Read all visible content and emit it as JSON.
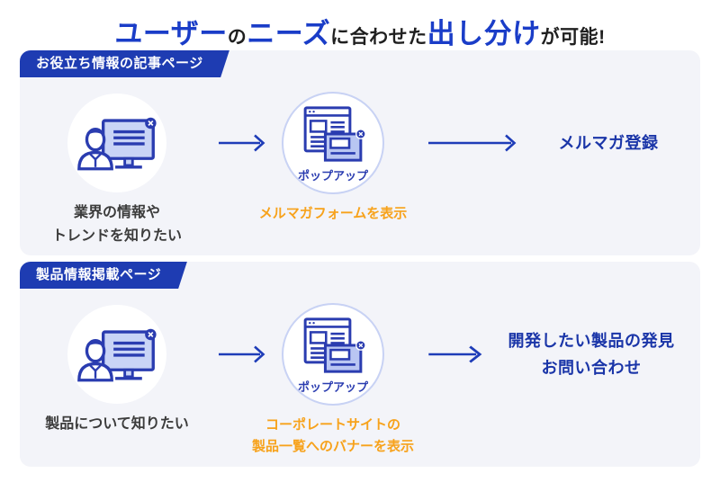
{
  "title": {
    "segments": [
      {
        "text": "ユーザー",
        "emphasis": true
      },
      {
        "text": "の",
        "emphasis": false
      },
      {
        "text": "ニーズ",
        "emphasis": true
      },
      {
        "text": "に合わせた",
        "emphasis": false
      },
      {
        "text": "出し分け",
        "emphasis": true
      },
      {
        "text": "が可能!",
        "emphasis": false
      }
    ]
  },
  "colors": {
    "title_blue": "#1a3dc8",
    "ribbon_blue": "#1e3cb2",
    "icon_stroke_blue": "#2a3cb0",
    "arrow_blue": "#1e3cb8",
    "outcome_navy": "#1a35a8",
    "caption_orange": "#f7a21b",
    "panel_background": "#f3f4f9",
    "icon_light_fill": "#c4d0f4"
  },
  "sections": [
    {
      "ribbon": "お役立ち情報の記事ページ",
      "actor_caption_lines": [
        "業界の情報や",
        "トレンドを知りたい"
      ],
      "popup_label": "ポップアップ",
      "popup_caption_lines": [
        "メルマガフォームを表示",
        ""
      ],
      "outcome_lines": [
        "メルマガ登録",
        ""
      ]
    },
    {
      "ribbon": "製品情報掲載ページ",
      "actor_caption_lines": [
        "製品について知りたい",
        ""
      ],
      "popup_label": "ポップアップ",
      "popup_caption_lines": [
        "コーポレートサイトの",
        "製品一覧へのバナーを表示"
      ],
      "outcome_lines": [
        "開発したい製品の発見",
        "お問い合わせ"
      ]
    }
  ]
}
